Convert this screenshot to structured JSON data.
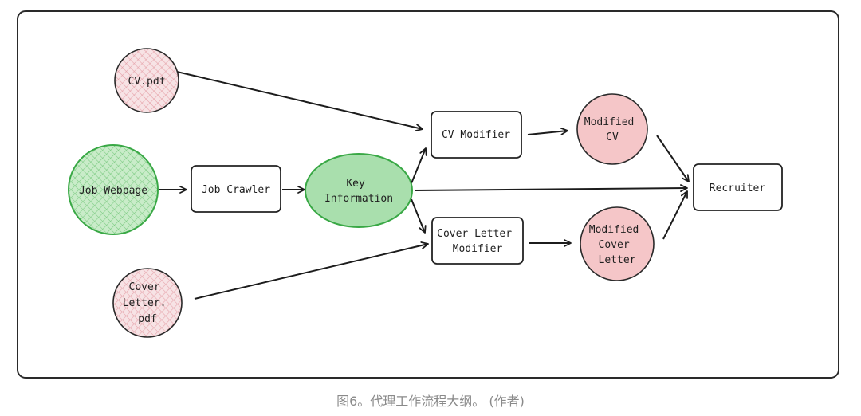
{
  "diagram": {
    "nodes": {
      "cv_pdf": "CV.pdf",
      "job_webpage": "Job Webpage",
      "cover_letter_pdf": [
        "Cover",
        "Letter.",
        "pdf"
      ],
      "job_crawler": "Job Crawler",
      "key_information": [
        "Key",
        "Information"
      ],
      "cv_modifier": "CV Modifier",
      "cover_letter_modifier": [
        "Cover Letter",
        "Modifier"
      ],
      "modified_cv": [
        "Modified",
        "CV"
      ],
      "modified_cover_letter": [
        "Modified",
        "Cover",
        "Letter"
      ],
      "recruiter": "Recruiter"
    },
    "edges": [
      [
        "cv_pdf",
        "cv_modifier"
      ],
      [
        "job_webpage",
        "job_crawler"
      ],
      [
        "job_crawler",
        "key_information"
      ],
      [
        "key_information",
        "cv_modifier"
      ],
      [
        "key_information",
        "cover_letter_modifier"
      ],
      [
        "key_information",
        "recruiter"
      ],
      [
        "cover_letter_pdf",
        "cover_letter_modifier"
      ],
      [
        "cv_modifier",
        "modified_cv"
      ],
      [
        "cover_letter_modifier",
        "modified_cover_letter"
      ],
      [
        "modified_cv",
        "recruiter"
      ],
      [
        "modified_cover_letter",
        "recruiter"
      ]
    ],
    "colors": {
      "input_fill": "#f7e3e5",
      "input_hatch": "#e6a3aa",
      "input_stroke": "#2a2a2a",
      "green_fill": "#a9dfad",
      "green_stroke": "#39a845",
      "output_fill": "#f5c6c8",
      "box_stroke": "#222222",
      "arrow": "#1c1c1c"
    }
  },
  "caption": "图6。代理工作流程大纲。 (作者)"
}
